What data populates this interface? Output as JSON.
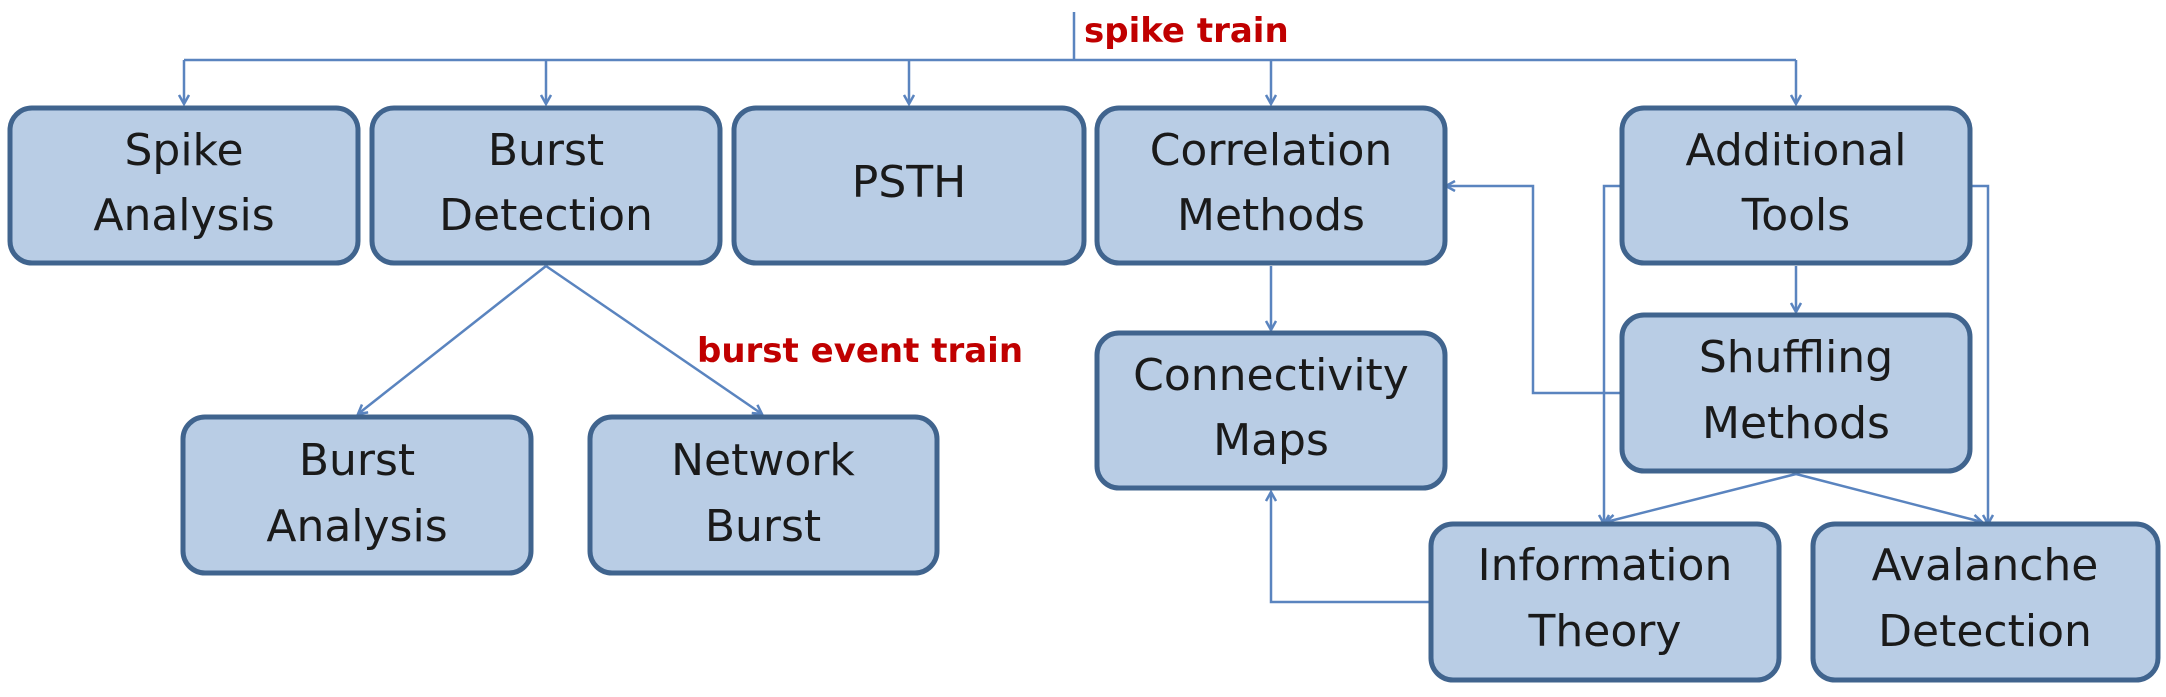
{
  "nodes": {
    "spike_analysis": {
      "line1": "Spike",
      "line2": "Analysis"
    },
    "burst_detection": {
      "line1": "Burst",
      "line2": "Detection"
    },
    "psth": {
      "line1": "PSTH"
    },
    "correlation_methods": {
      "line1": "Correlation",
      "line2": "Methods"
    },
    "additional_tools": {
      "line1": "Additional",
      "line2": "Tools"
    },
    "connectivity_maps": {
      "line1": "Connectivity",
      "line2": "Maps"
    },
    "shuffling_methods": {
      "line1": "Shuffling",
      "line2": "Methods"
    },
    "burst_analysis": {
      "line1": "Burst",
      "line2": "Analysis"
    },
    "network_burst": {
      "line1": "Network",
      "line2": "Burst"
    },
    "information_theory": {
      "line1": "Information",
      "line2": "Theory"
    },
    "avalanche_detection": {
      "line1": "Avalanche",
      "line2": "Detection"
    }
  },
  "labels": {
    "spike_train": "spike train",
    "burst_event_train": "burst event train"
  },
  "colors": {
    "box_fill": "#b9cde5",
    "box_border": "#40648e",
    "arrow": "#5a84bf",
    "label": "#c00000"
  }
}
